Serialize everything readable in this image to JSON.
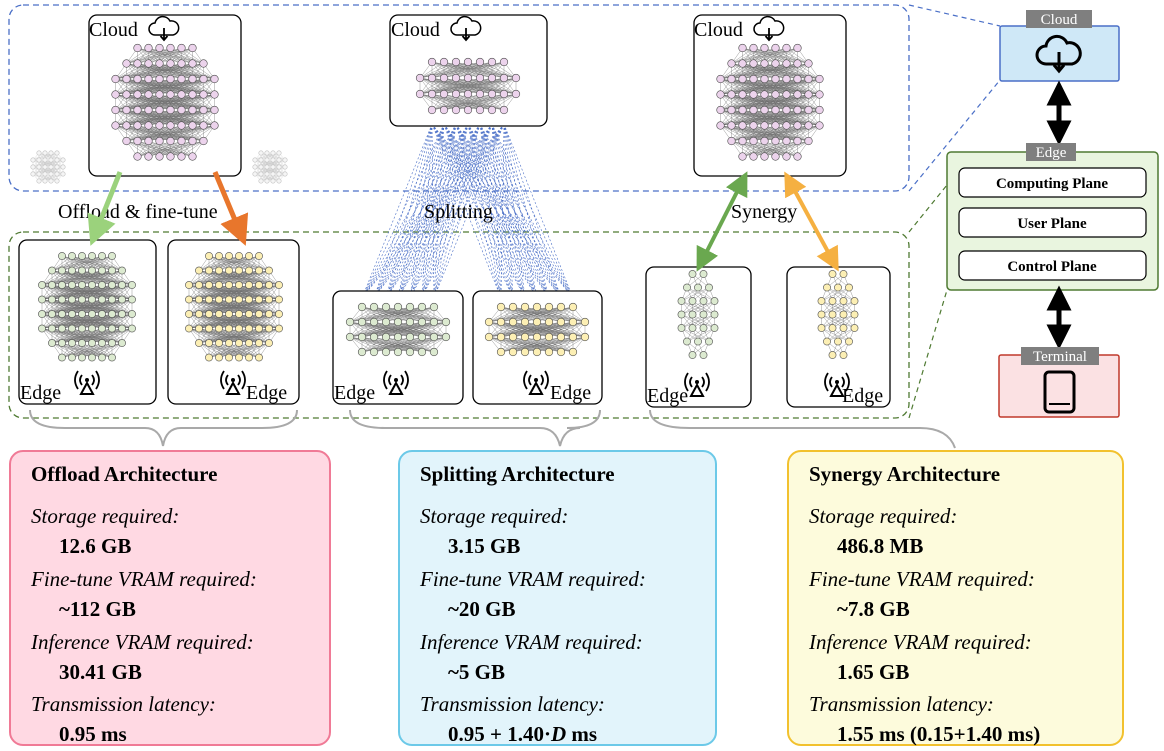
{
  "diagram": {
    "cloud_labels": [
      "Cloud",
      "Cloud",
      "Cloud"
    ],
    "edge_labels": [
      "Edge",
      "Edge",
      "Edge",
      "Edge",
      "Edge",
      "Edge"
    ],
    "mode_labels": {
      "offload": "Offload & fine-tune",
      "splitting": "Splitting",
      "synergy": "Synergy"
    }
  },
  "side_panel": {
    "cloud_tag": "Cloud",
    "edge_tag": "Edge",
    "terminal_tag": "Terminal",
    "planes": [
      "Computing Plane",
      "User Plane",
      "Control Plane"
    ]
  },
  "architectures": [
    {
      "title": "Offload Architecture",
      "storage_label": "Storage required:",
      "storage_value": "12.6 GB",
      "finetune_label": "Fine-tune VRAM required:",
      "finetune_value": "~112 GB",
      "inference_label": "Inference VRAM required:",
      "inference_value": "30.41 GB",
      "latency_label": "Transmission latency:",
      "latency_value": "0.95 ms"
    },
    {
      "title": "Splitting Architecture",
      "storage_label": "Storage required:",
      "storage_value": "3.15 GB",
      "finetune_label": "Fine-tune VRAM required:",
      "finetune_value": "~20 GB",
      "inference_label": "Inference VRAM required:",
      "inference_value": "~5 GB",
      "latency_label": "Transmission latency:",
      "latency_value_pre": "0.95 + 1.40·",
      "latency_value_var": "D",
      "latency_value_post": " ms"
    },
    {
      "title": "Synergy Architecture",
      "storage_label": "Storage required:",
      "storage_value": "486.8 MB",
      "finetune_label": "Fine-tune VRAM required:",
      "finetune_value": "~7.8 GB",
      "inference_label": "Inference VRAM required:",
      "inference_value": "1.65 GB",
      "latency_label": "Transmission latency:",
      "latency_value": "1.55 ms (0.15+1.40 ms)"
    }
  ],
  "colors": {
    "cloud_region": "#4a6fc7",
    "edge_region": "#4f7a32",
    "cloud_neuron": "#ecd3ec",
    "green_neuron": "#dcead0",
    "yellow_neuron": "#fcefb4",
    "arrow_green": "#9bd27c",
    "arrow_orange": "#e8762c",
    "synergy_green": "#6aa84f",
    "synergy_orange": "#f5b041"
  }
}
